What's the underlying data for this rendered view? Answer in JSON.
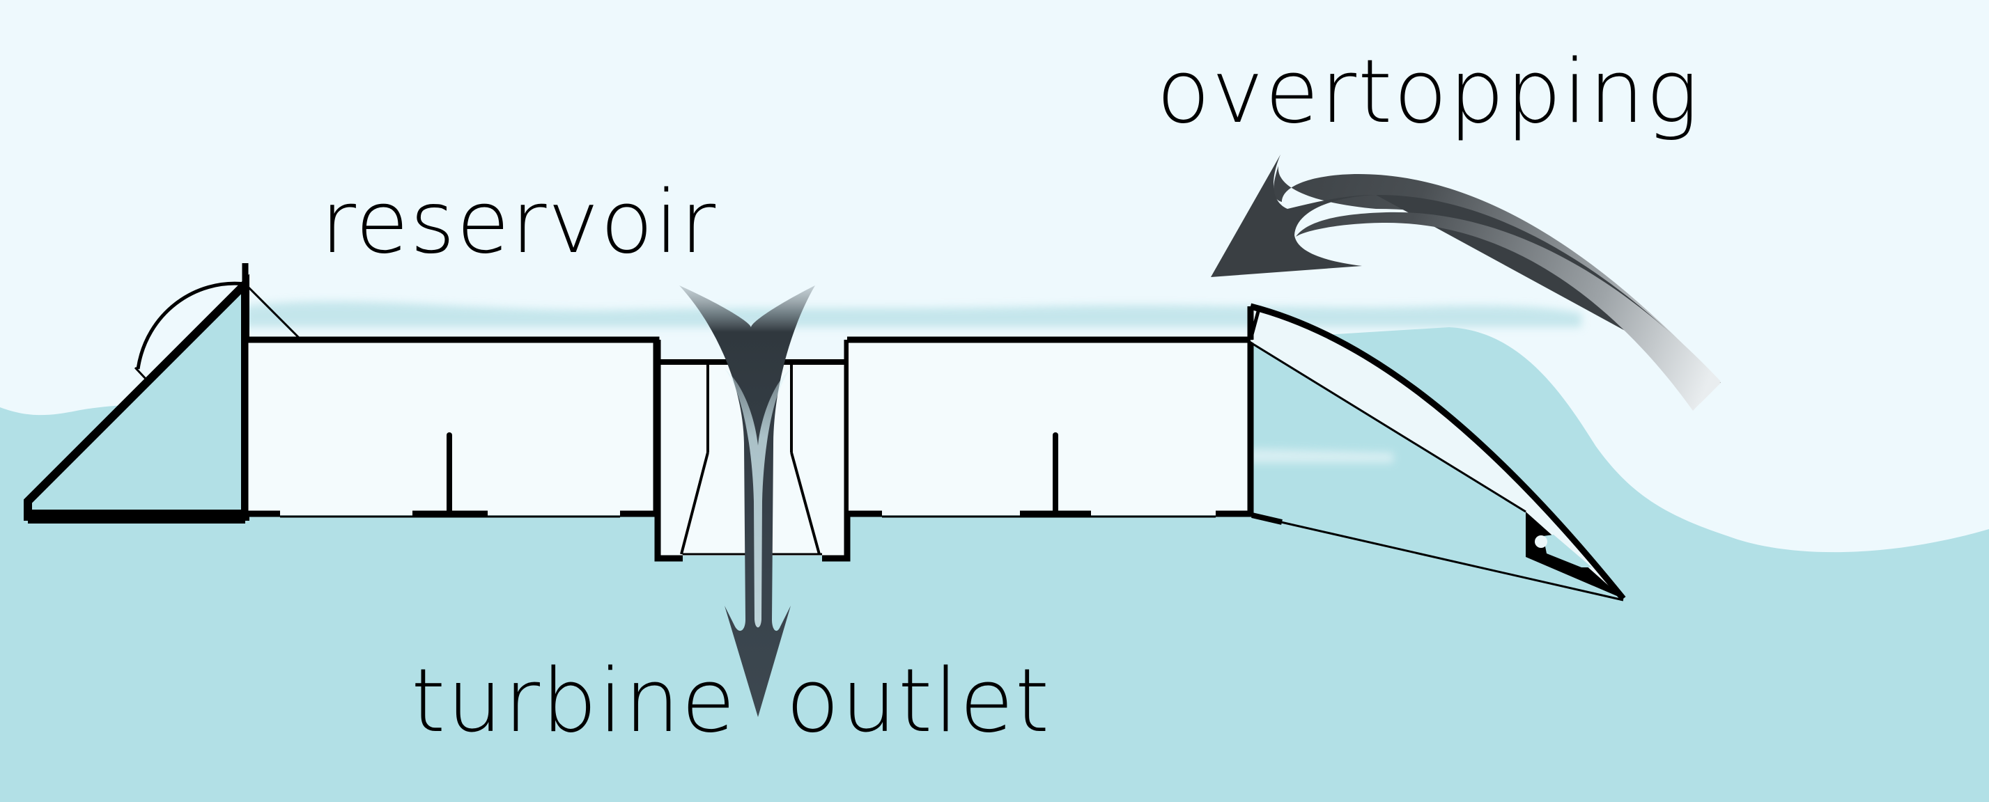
{
  "labels": {
    "reservoir": "reservoir",
    "overtopping": "overtopping",
    "turbine": "turbine",
    "outlet": "outlet"
  },
  "colors": {
    "sky": "#eef9fd",
    "sea": "#b2e0e6",
    "ink": "#000000",
    "structure_fill": "#f6fcfe",
    "arrow_dark": "#3a3f44",
    "arrow_light": "#e7ebee"
  }
}
